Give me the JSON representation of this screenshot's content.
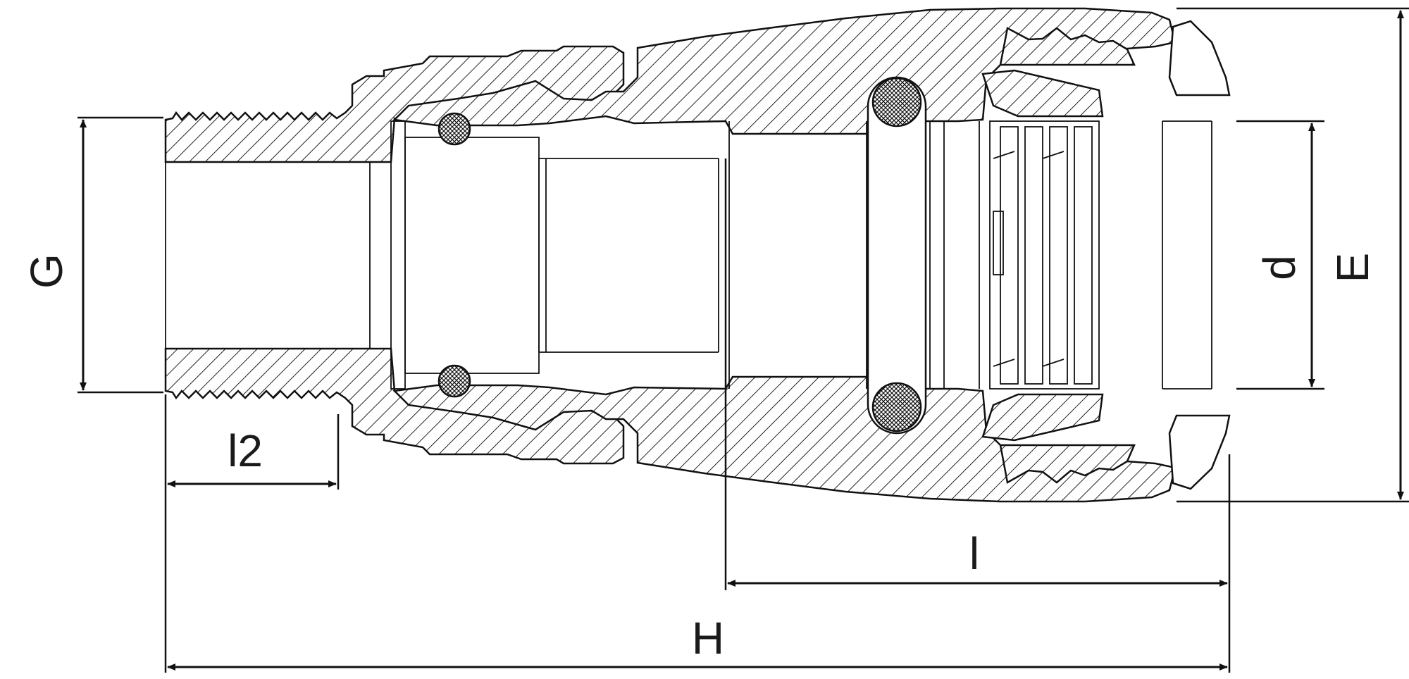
{
  "labels": {
    "G": "G",
    "l2": "l2",
    "H": "H",
    "l": "l",
    "d": "d",
    "E": "E"
  }
}
